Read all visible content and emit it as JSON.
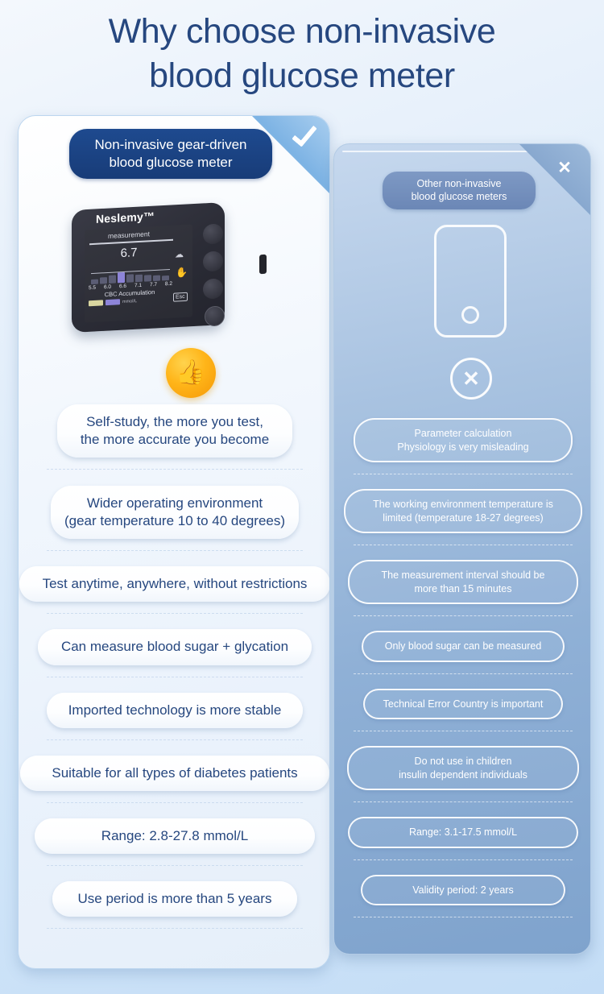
{
  "page": {
    "title": "Why choose non-invasive blood glucose meter",
    "title_line1": "Why choose non-invasive",
    "title_line2": "blood glucose meter"
  },
  "left_card": {
    "corner_mark": "✓",
    "badge_line1": "Non-invasive gear-driven",
    "badge_line2": "blood glucose meter",
    "thumb_icon": "👍",
    "device": {
      "brand": "Neslemy™",
      "screen_title": "measurement",
      "reading": "6.7",
      "scale_ticks": [
        "5.5",
        "6.0",
        "6.6",
        "7.1",
        "7.7",
        "8.2"
      ],
      "graph_label": "CBC Accumulation",
      "legend_unit": "mmol/L",
      "esc_label": "Esc",
      "cloud_icon": "☁",
      "hand_icon": "✋"
    },
    "features": [
      {
        "line1": "Self-study, the more you test,",
        "line2": "the more accurate you become"
      },
      {
        "line1": "Wider operating environment",
        "line2": "(gear temperature 10 to 40 degrees)"
      },
      {
        "line1": "Test anytime, anywhere, without restrictions",
        "line2": ""
      },
      {
        "line1": "Can measure blood sugar + glycation",
        "line2": ""
      },
      {
        "line1": "Imported technology is more stable",
        "line2": ""
      },
      {
        "line1": "Suitable for all types of diabetes patients",
        "line2": ""
      },
      {
        "line1": "Range: 2.8-27.8 mmol/L",
        "line2": ""
      },
      {
        "line1": "Use period is more than 5 years",
        "line2": ""
      }
    ]
  },
  "right_card": {
    "corner_mark": "✕",
    "badge_line1": "Other non-invasive",
    "badge_line2": "blood glucose meters",
    "x_mark": "✕",
    "features": [
      {
        "line1": "Parameter calculation",
        "line2": "Physiology is very misleading"
      },
      {
        "line1": "The working environment temperature is",
        "line2": "limited (temperature 18-27 degrees)"
      },
      {
        "line1": "The measurement interval should be",
        "line2": "more than 15 minutes"
      },
      {
        "line1": "Only blood sugar can be measured",
        "line2": ""
      },
      {
        "line1": "Technical Error Country is important",
        "line2": ""
      },
      {
        "line1": "Do not use in children",
        "line2": "insulin dependent individuals"
      },
      {
        "line1": "Range: 3.1-17.5 mmol/L",
        "line2": ""
      },
      {
        "line1": "Validity period: 2 years",
        "line2": ""
      }
    ]
  },
  "colors": {
    "title_blue": "#26477f",
    "badge_navy": "#1e4a8f",
    "accent_gold": "#ffb519",
    "right_card_blue": "#8fb0d6"
  }
}
